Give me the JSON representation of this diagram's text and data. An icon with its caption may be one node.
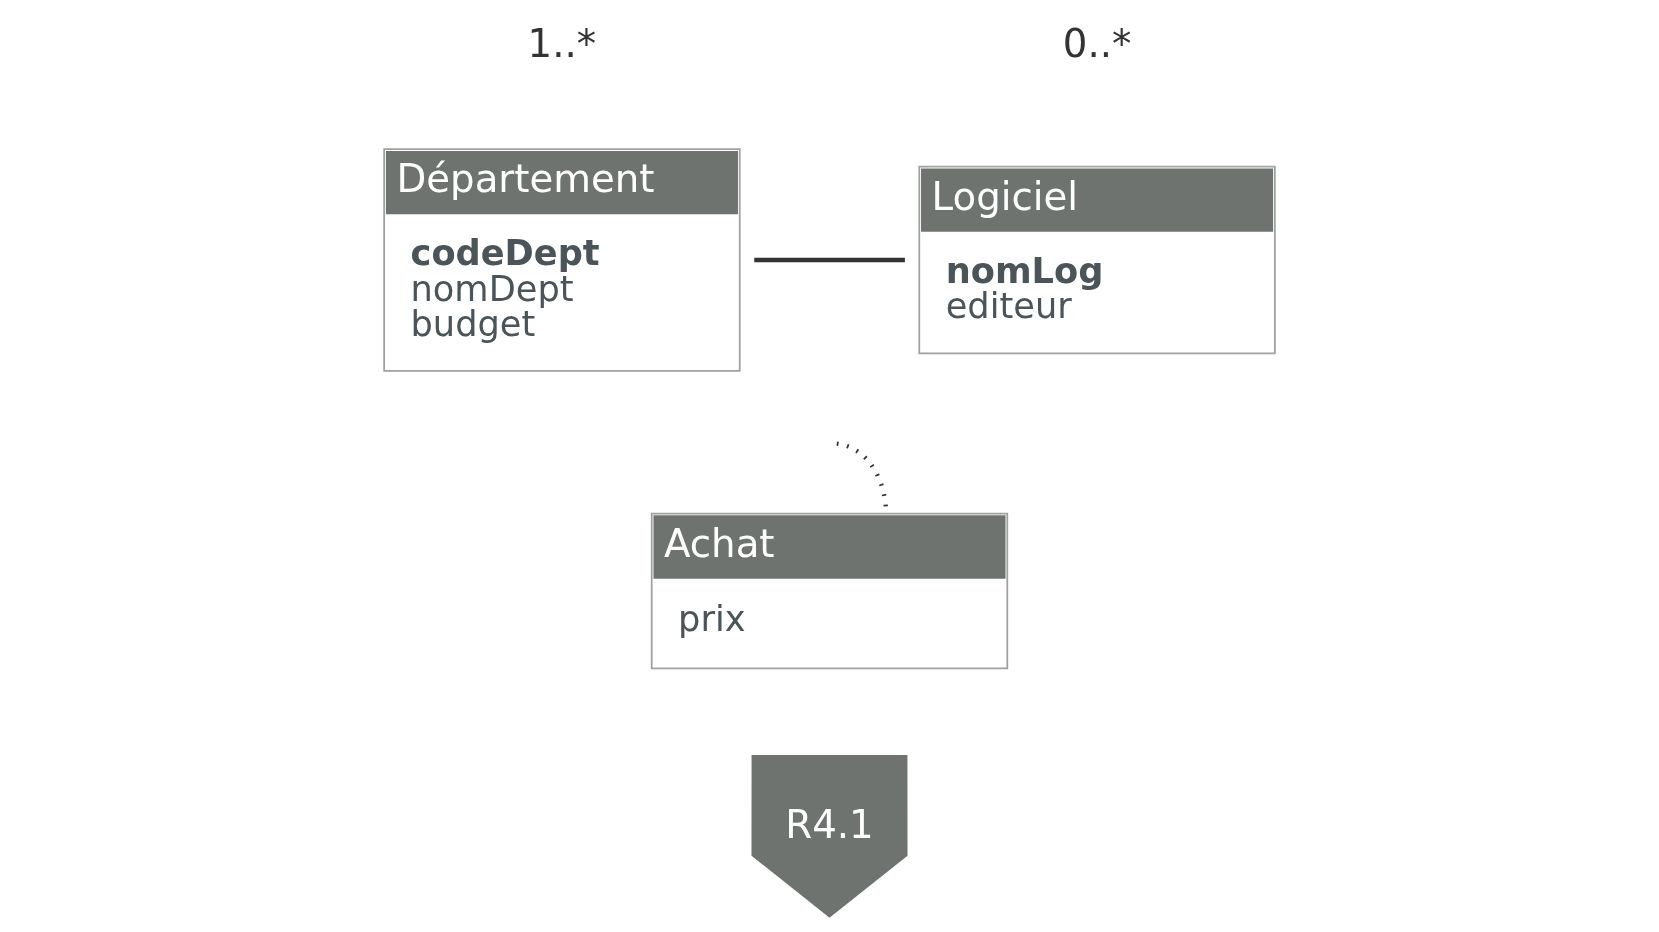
{
  "diagram": {
    "nodes": [
      {
        "text": [
          "Département",
          "codeDept",
          "nomDept",
          "budget"
        ]
      },
      {
        "text": [
          "Logiciel",
          "nomLog",
          "editeur"
        ]
      },
      {
        "text": [
          "Achat",
          "prix"
        ]
      },
      {
        "text": [
          "R4.1"
        ]
      }
    ],
    "edges": [
      {
        "from": 0,
        "to": 1,
        "arrow": "none"
      },
      {
        "from": 2,
        "to": null,
        "arrow": "none",
        "style": "dashed"
      }
    ],
    "labels": [
      "1..*",
      "0..*"
    ]
  }
}
